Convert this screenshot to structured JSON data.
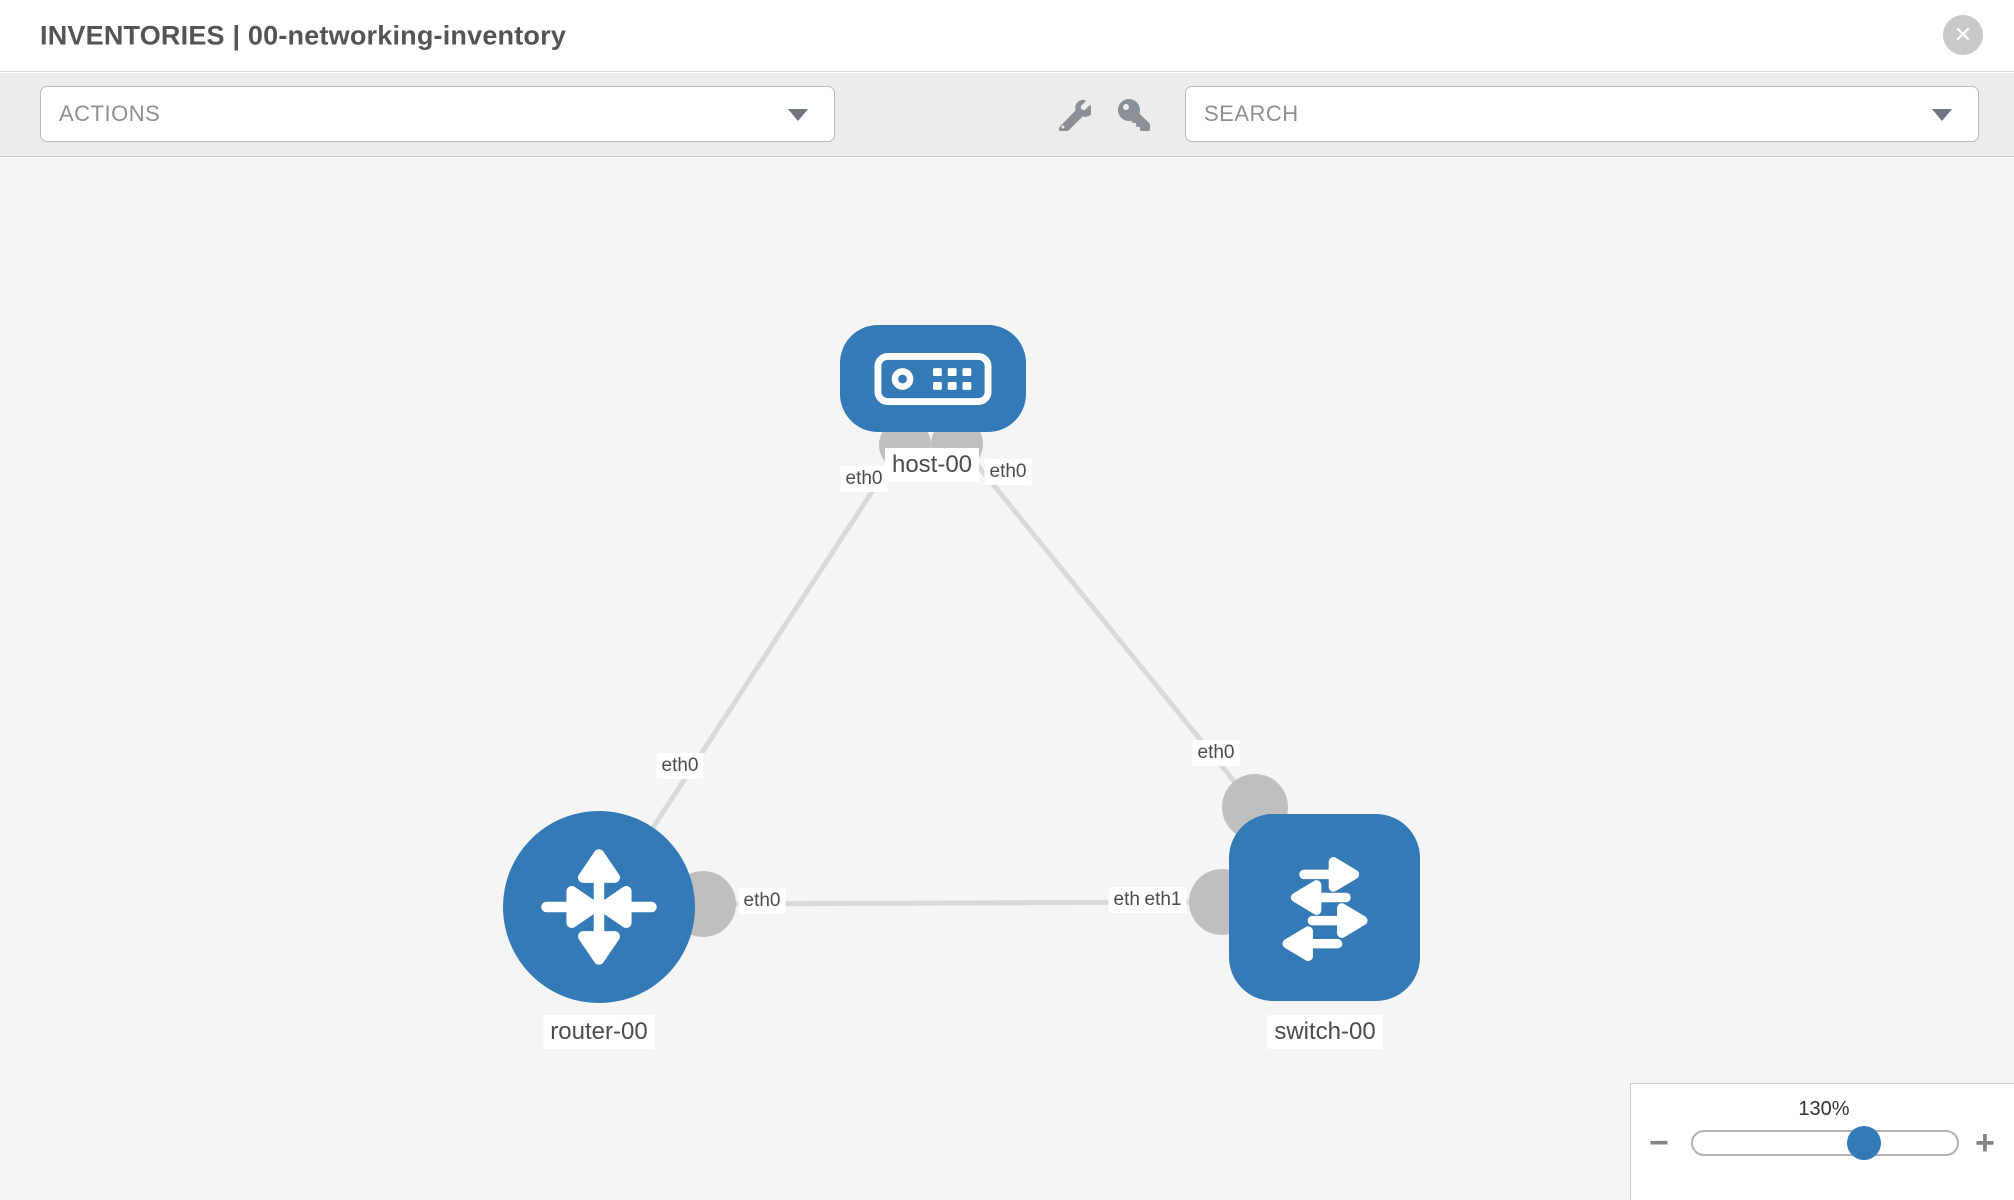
{
  "header": {
    "title": "INVENTORIES | 00-networking-inventory",
    "close_glyph": "✕"
  },
  "toolbar": {
    "actions_placeholder": "ACTIONS",
    "search_placeholder": "SEARCH",
    "icons": [
      "wrench",
      "key"
    ]
  },
  "topology": {
    "nodes": [
      {
        "id": "host-00",
        "type": "host",
        "label": "host-00"
      },
      {
        "id": "router-00",
        "type": "router",
        "label": "router-00"
      },
      {
        "id": "switch-00",
        "type": "switch",
        "label": "switch-00"
      }
    ],
    "links": [
      {
        "from": "host-00",
        "from_if": "eth0",
        "to": "router-00",
        "to_if": "eth0"
      },
      {
        "from": "host-00",
        "from_if": "eth0",
        "to": "switch-00",
        "to_if": "eth0"
      },
      {
        "from": "router-00",
        "from_if": "eth0",
        "to": "switch-00",
        "to_if": "eth1"
      }
    ],
    "iface_labels": {
      "host_left": "eth0",
      "host_right": "eth0",
      "link_host_router_mid": "eth0",
      "link_host_switch_mid": "eth0",
      "router_side": "eth0",
      "switch_side_back": "eth0",
      "switch_side_front": "eth1"
    },
    "colors": {
      "node_blue": "#337ab7",
      "link_gray": "#d9d9d9",
      "iface_gray": "#bfbfbf"
    }
  },
  "zoom_control": {
    "level": "130%",
    "minus_glyph": "−",
    "plus_glyph": "+"
  }
}
